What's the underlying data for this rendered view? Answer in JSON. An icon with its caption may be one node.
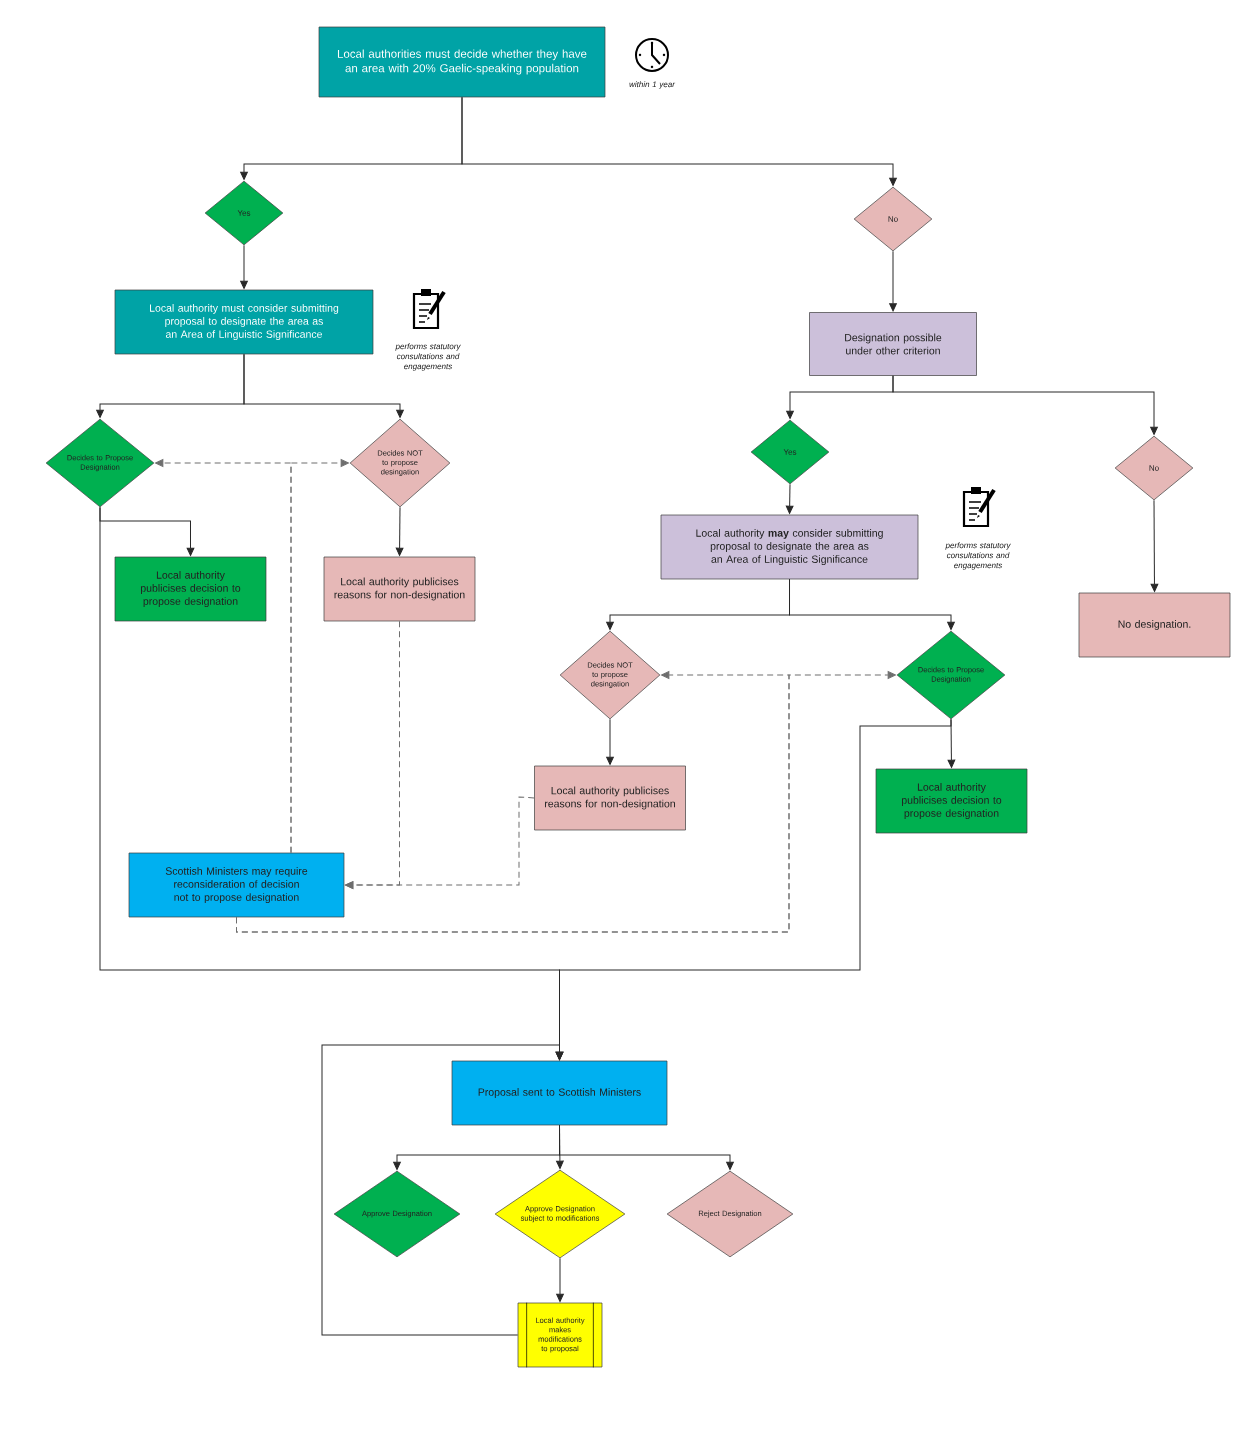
{
  "diagram": {
    "nodes": [
      {
        "text": [
          "Local authorities must decide whether they have an area with 20% Gaelic-speaking population"
        ],
        "beside": [
          "within 1 year"
        ]
      },
      {
        "text": [
          "Yes"
        ]
      },
      {
        "text": [
          "No"
        ]
      },
      {
        "text": [
          "Local authority must consider submitting proposal to designate the area as an Area of Linguistic Significance"
        ],
        "beside": [
          "performs statutory consultations and engagements"
        ]
      },
      {
        "text": [
          "Designation possible under other criterion"
        ]
      },
      {
        "text": [
          "Decides to Propose Designation"
        ]
      },
      {
        "text": [
          "Decides NOT to propose desingation"
        ]
      },
      {
        "text": [
          "Yes"
        ]
      },
      {
        "text": [
          "No"
        ]
      },
      {
        "text": [
          "Local authority publicises decision to propose designation"
        ]
      },
      {
        "text": [
          "Local authority publicises reasons for non-designation"
        ]
      },
      {
        "text": [
          "Local authority **may** consider submitting proposal to designate the area as an Area of Linguistic Significance"
        ],
        "beside": [
          "performs statutory consultations and engagements"
        ]
      },
      {
        "text": [
          "No designation."
        ]
      },
      {
        "text": [
          "Decides NOT to propose desingation"
        ]
      },
      {
        "text": [
          "Decides to Propose Designation"
        ]
      },
      {
        "text": [
          "Local authority publicises reasons for non-designation"
        ]
      },
      {
        "text": [
          "Local authority publicises decision to propose designation"
        ]
      },
      {
        "text": [
          "Scottish Ministers may require reconsideration of decision not to propose designation"
        ]
      },
      {
        "text": [
          "Proposal sent to Scottish Ministers"
        ]
      },
      {
        "text": [
          "Approve Designation"
        ]
      },
      {
        "text": [
          "Approve Designation subject to modifications"
        ]
      },
      {
        "text": [
          "Reject Designation"
        ]
      },
      {
        "text": [
          "Local authority makes modifications to proposal"
        ]
      }
    ],
    "edges": [
      {
        "from": 0,
        "to": 1,
        "arrow": "to"
      },
      {
        "from": 0,
        "to": 2,
        "arrow": "to"
      },
      {
        "from": 1,
        "to": 3,
        "arrow": "to"
      },
      {
        "from": 2,
        "to": 4,
        "arrow": "to"
      },
      {
        "from": 3,
        "to": 5,
        "arrow": "to"
      },
      {
        "from": 3,
        "to": 6,
        "arrow": "to"
      },
      {
        "from": 4,
        "to": 7,
        "arrow": "to"
      },
      {
        "from": 4,
        "to": 8,
        "arrow": "to"
      },
      {
        "from": 5,
        "to": 9,
        "arrow": "to"
      },
      {
        "from": 6,
        "to": 10,
        "arrow": "to"
      },
      {
        "from": 7,
        "to": 11,
        "arrow": "to"
      },
      {
        "from": 8,
        "to": 12,
        "arrow": "to"
      },
      {
        "from": 11,
        "to": 13,
        "arrow": "to"
      },
      {
        "from": 11,
        "to": 14,
        "arrow": "to"
      },
      {
        "from": 13,
        "to": 15,
        "arrow": "to"
      },
      {
        "from": 14,
        "to": 16,
        "arrow": "to"
      },
      {
        "from": 17,
        "to": 5,
        "arrow": "to",
        "style": "dashed"
      },
      {
        "from": 17,
        "to": 6,
        "arrow": "to",
        "style": "dashed"
      },
      {
        "from": 10,
        "to": 17,
        "arrow": "to",
        "style": "dashed"
      },
      {
        "from": 15,
        "to": 17,
        "arrow": "to",
        "style": "dashed"
      },
      {
        "from": 17,
        "to": 13,
        "arrow": "to",
        "style": "dashed"
      },
      {
        "from": 17,
        "to": 14,
        "arrow": "to",
        "style": "dashed"
      },
      {
        "from": 5,
        "to": 18,
        "arrow": "to"
      },
      {
        "from": 14,
        "to": 18,
        "arrow": "to"
      },
      {
        "from": 18,
        "to": 19,
        "arrow": "to"
      },
      {
        "from": 18,
        "to": 20,
        "arrow": "to"
      },
      {
        "from": 18,
        "to": 21,
        "arrow": "to"
      },
      {
        "from": 20,
        "to": 22,
        "arrow": "to"
      },
      {
        "from": 22,
        "to": 18,
        "arrow": "to"
      }
    ]
  }
}
